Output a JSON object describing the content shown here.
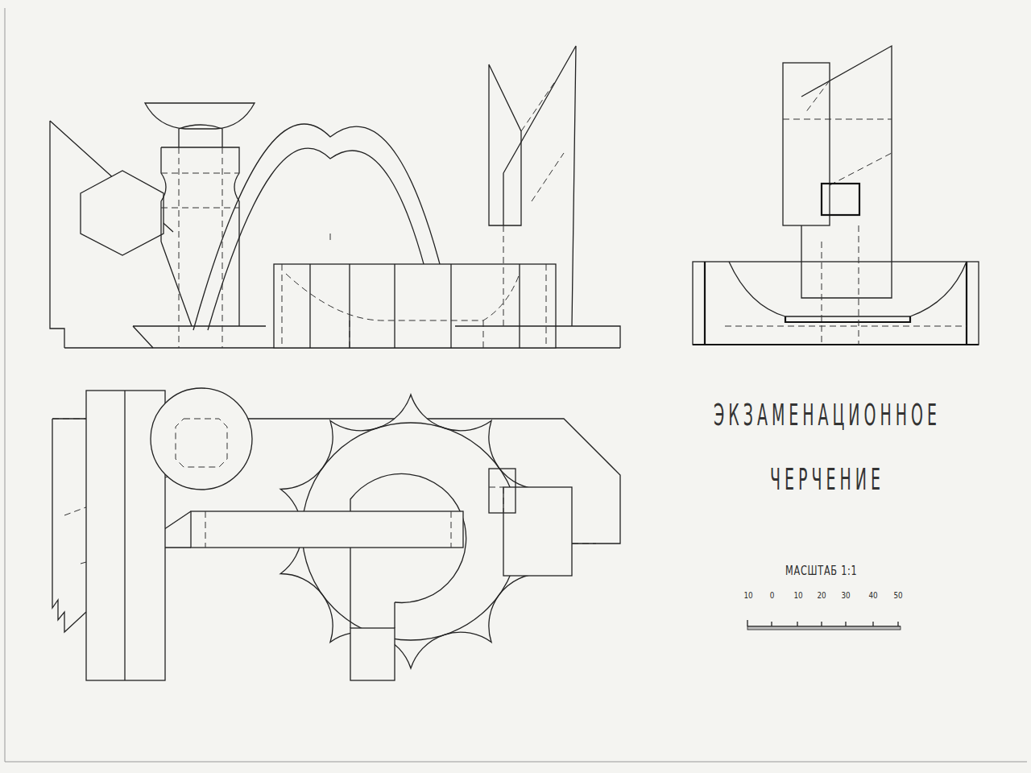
{
  "diagram": {
    "title": "ЭКЗАМЕНАЦИОННОЕ ЧЕРЧЕНИЕ",
    "labels": [
      "МАСШТАБ 1:1",
      "10",
      "0",
      "10",
      "20",
      "30",
      "40",
      "50"
    ]
  }
}
